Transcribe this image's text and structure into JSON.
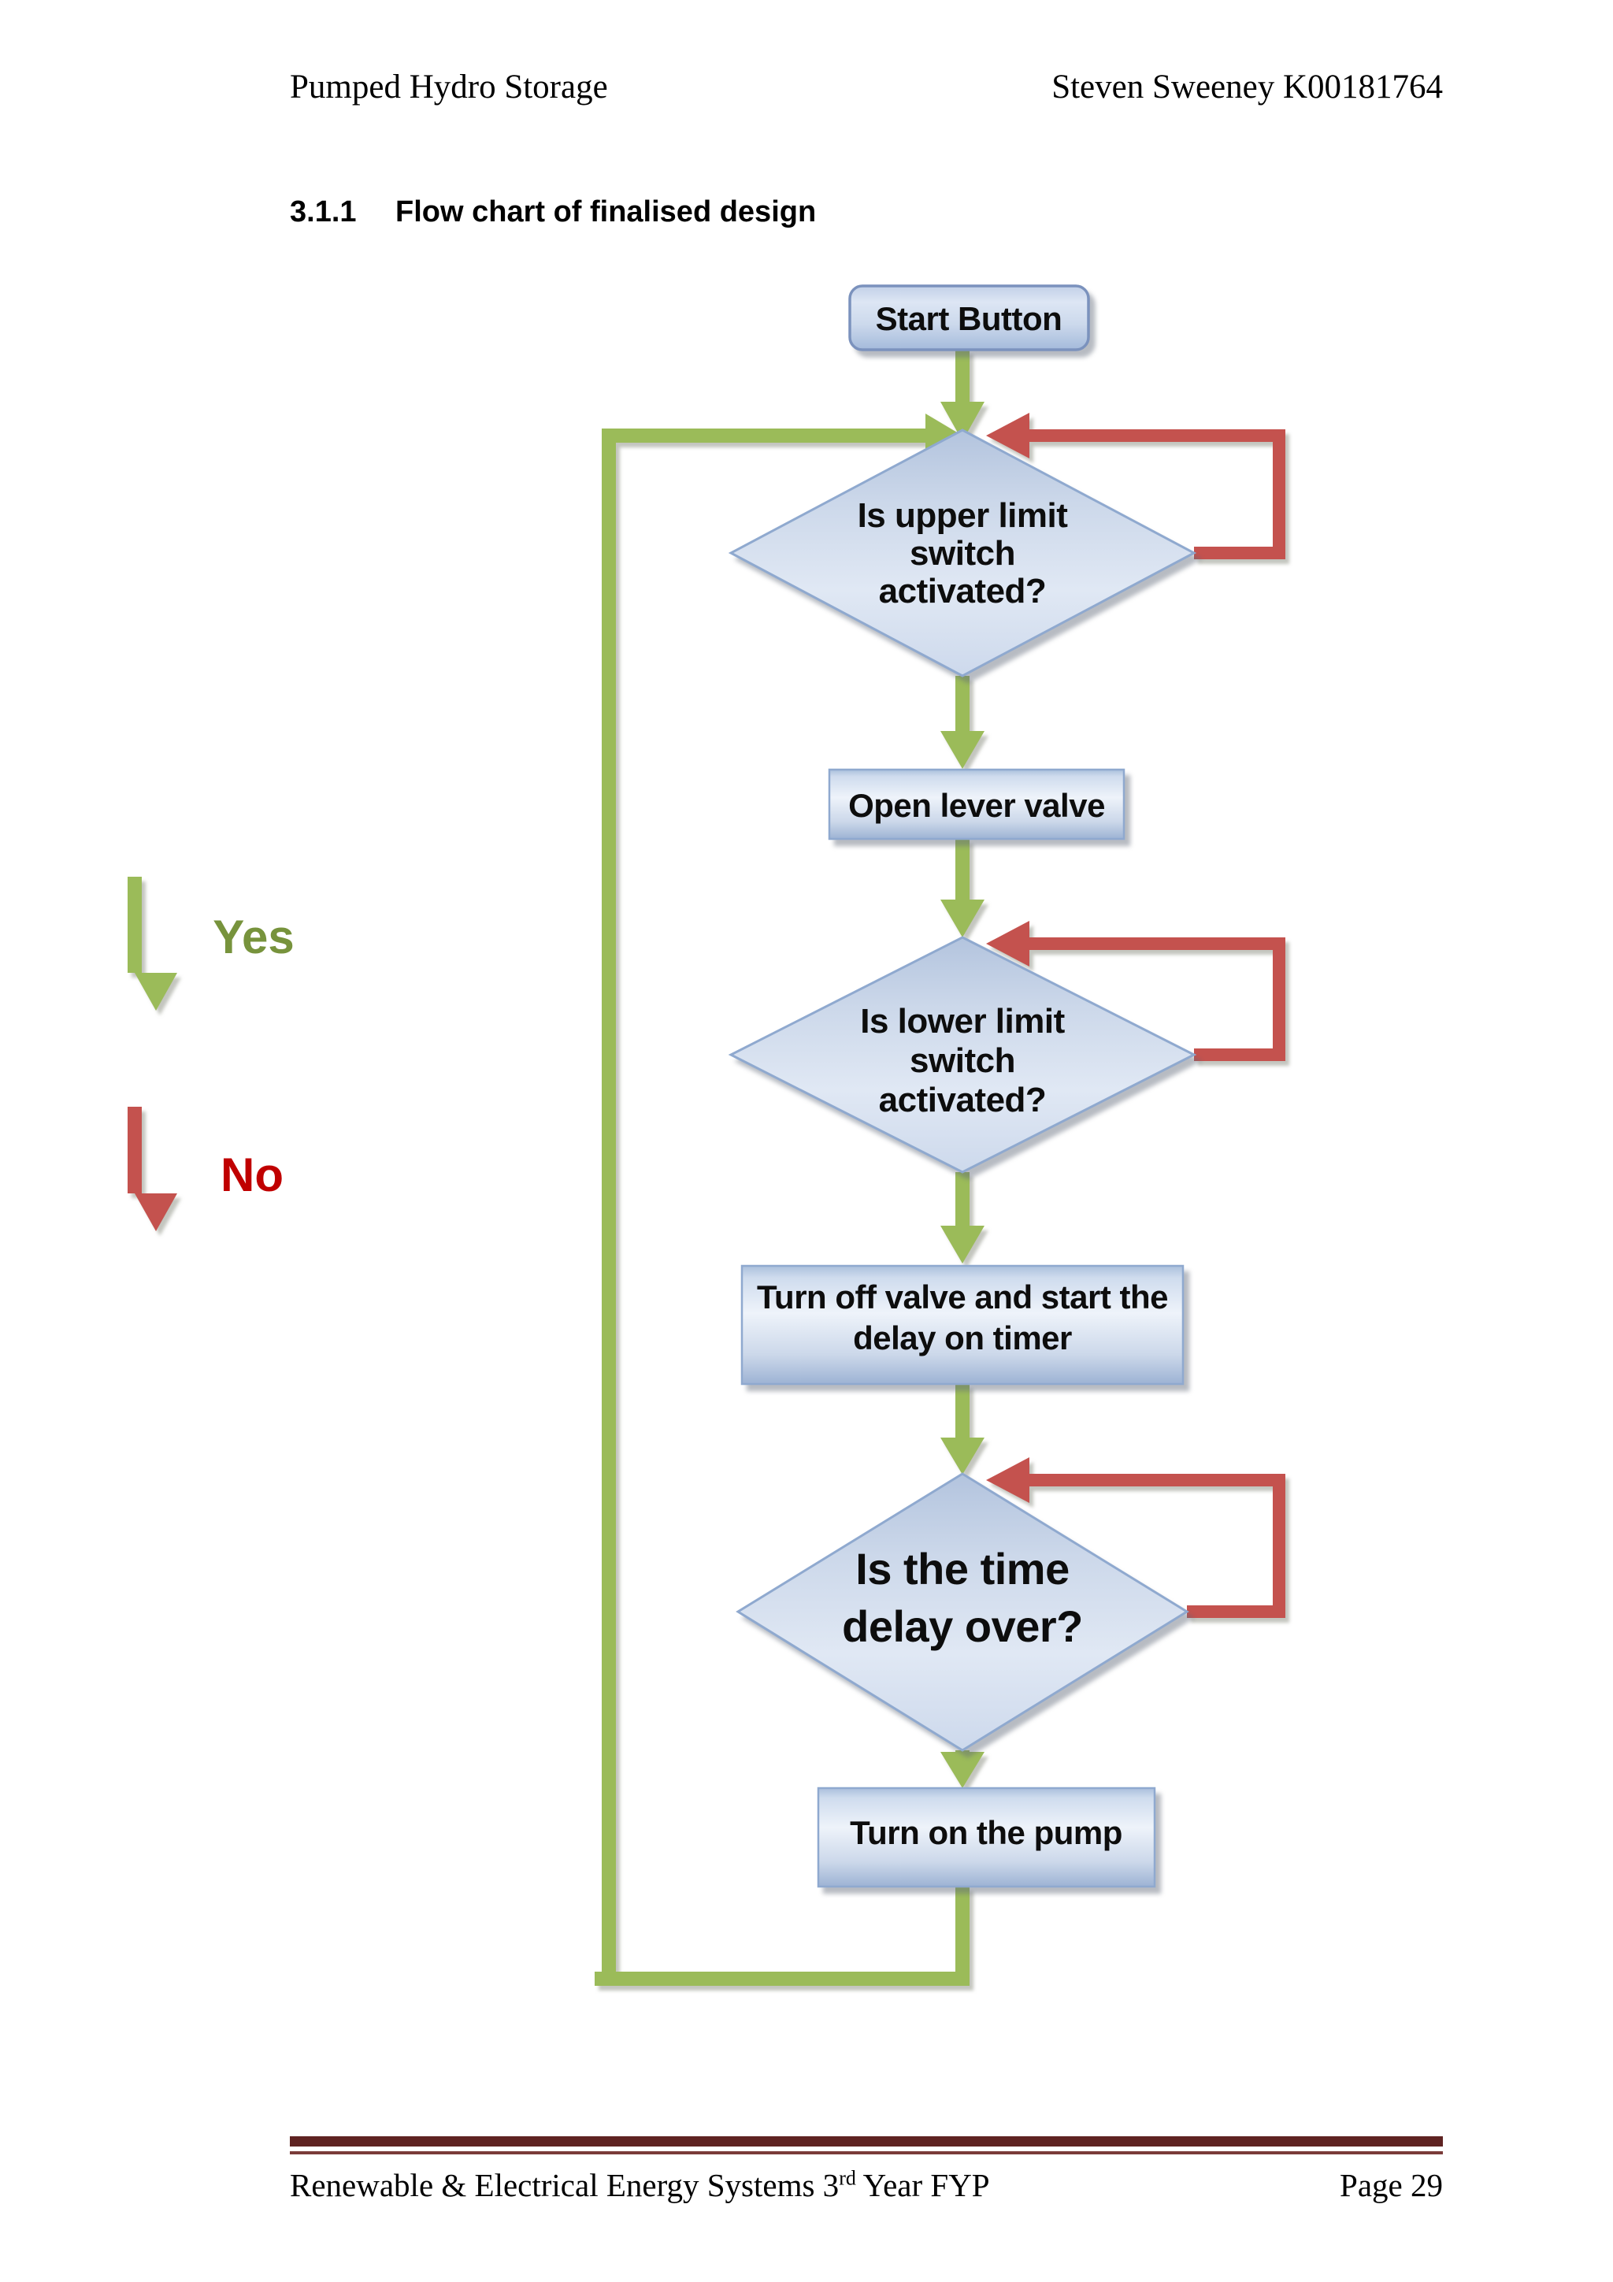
{
  "header": {
    "title": "Pumped Hydro Storage",
    "author": "Steven Sweeney K00181764"
  },
  "section": {
    "number": "3.1.1",
    "title": "Flow chart of finalised design"
  },
  "flowchart": {
    "nodes": {
      "start": "Start Button",
      "decision_upper": [
        "Is upper limit",
        "switch",
        "activated?"
      ],
      "open_valve": "Open lever valve",
      "decision_lower": [
        "Is lower limit",
        "switch",
        "activated?"
      ],
      "turn_off_valve": [
        "Turn off valve and start the",
        "delay on timer"
      ],
      "decision_delay": [
        "Is the time",
        "delay over?"
      ],
      "turn_on_pump": "Turn on the pump"
    },
    "legend": {
      "yes_label": "Yes",
      "no_label": "No"
    },
    "colors": {
      "yes_arrow": "#9bbb59",
      "no_arrow": "#c4524e",
      "yes_text": "#77933c",
      "no_text": "#c00000",
      "node_border": "#8fa9cf"
    }
  },
  "footer": {
    "course_pre": "Renewable & Electrical Energy Systems 3",
    "course_sup": "rd",
    "course_post": " Year FYP",
    "page_label": "Page 29"
  }
}
